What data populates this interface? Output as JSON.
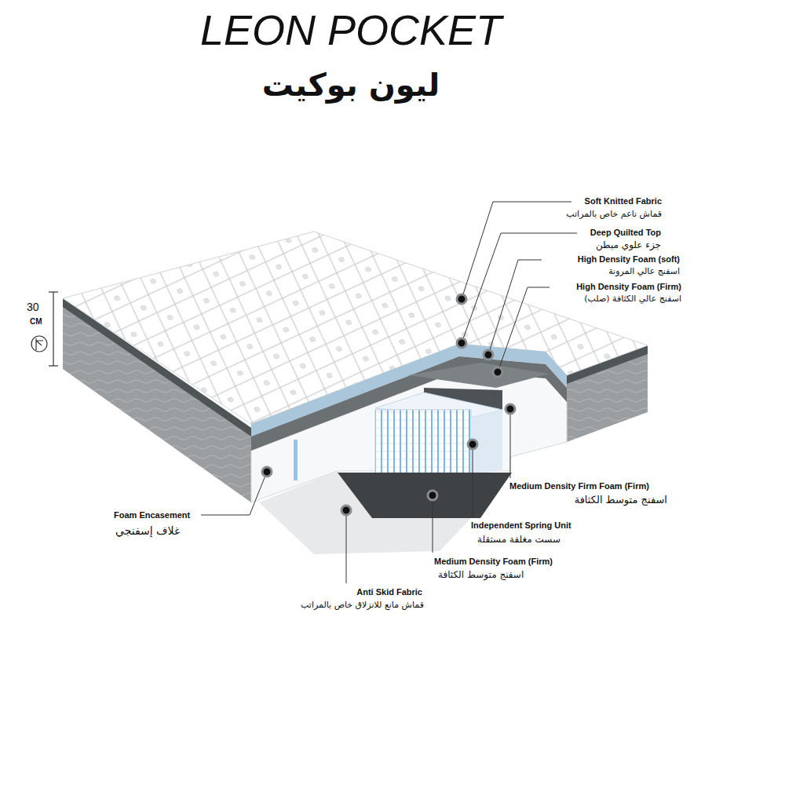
{
  "diagram": {
    "title": "LEON POCKET",
    "labels": [
      "ليون بوكيت",
      "30",
      "CM",
      "Soft Knitted Fabric",
      "قماش ناعم خاص بالمراتب",
      "Deep Quilted Top",
      "جزء علوي مبطن",
      "High Density Foam (soft)",
      "اسفنج عالي المرونة",
      "High Density Foam (Firm)",
      "اسفنج عالي الكثافة (صلب)",
      "Medium Density Firm Foam (Firm)",
      "اسفنج متوسط الكثافة",
      "Independent Spring Unit",
      "سست مغلفة مستقلة",
      "Medium Density Foam (Firm)",
      "اسفنج متوسط الكثافة",
      "Foam Encasement",
      "غلاف إسفنجي",
      "Anti Skid Fabric",
      "قماش مانع للانزلاق خاص بالمراتب"
    ]
  }
}
